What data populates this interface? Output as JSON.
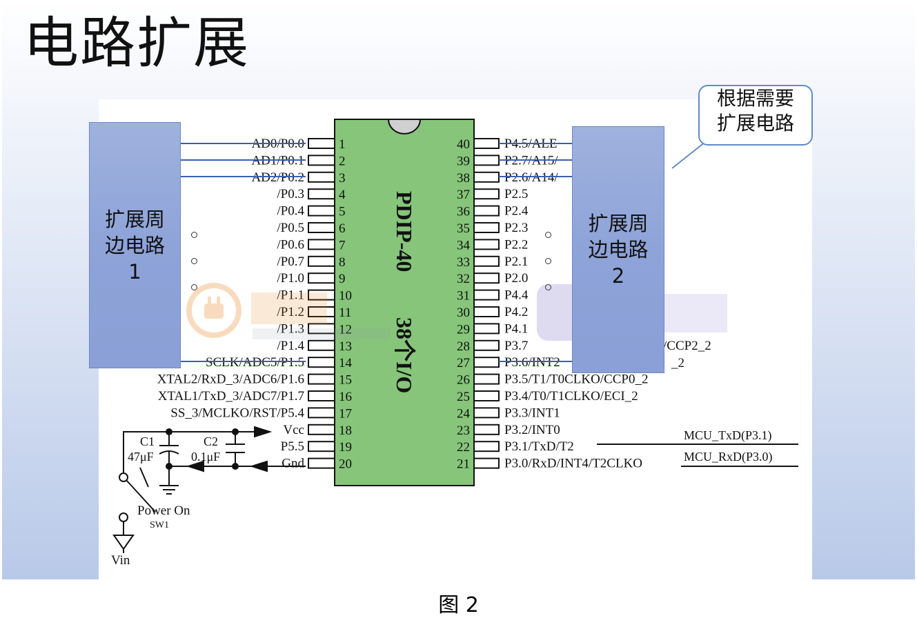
{
  "slide": {
    "title": "电路扩展",
    "caption": "图 2"
  },
  "chip": {
    "package": "PDIP-40",
    "io_count": "38个I/O",
    "left_pins": [
      {
        "num": "1",
        "label": "AD0/P0.0"
      },
      {
        "num": "2",
        "label": "AD1/P0.1"
      },
      {
        "num": "3",
        "label": "AD2/P0.2"
      },
      {
        "num": "4",
        "label": "/P0.3"
      },
      {
        "num": "5",
        "label": "/P0.4"
      },
      {
        "num": "6",
        "label": "/P0.5"
      },
      {
        "num": "7",
        "label": "/P0.6"
      },
      {
        "num": "8",
        "label": "/P0.7"
      },
      {
        "num": "9",
        "label": "/P1.0"
      },
      {
        "num": "10",
        "label": "/P1.1"
      },
      {
        "num": "11",
        "label": "/P1.2"
      },
      {
        "num": "12",
        "label": "/P1.3"
      },
      {
        "num": "13",
        "label": "/P1.4"
      },
      {
        "num": "14",
        "label": "SCLK/ADC5/P1.5"
      },
      {
        "num": "15",
        "label": "XTAL2/RxD_3/ADC6/P1.6"
      },
      {
        "num": "16",
        "label": "XTAL1/TxD_3/ADC7/P1.7"
      },
      {
        "num": "17",
        "label": "SS_3/MCLKO/RST/P5.4"
      },
      {
        "num": "18",
        "label": "Vcc"
      },
      {
        "num": "19",
        "label": "P5.5"
      },
      {
        "num": "20",
        "label": "Gnd"
      }
    ],
    "right_pins": [
      {
        "num": "40",
        "label": "P4.5/ALE"
      },
      {
        "num": "39",
        "label": "P2.7/A15/"
      },
      {
        "num": "38",
        "label": "P2.6/A14/"
      },
      {
        "num": "37",
        "label": "P2.5"
      },
      {
        "num": "36",
        "label": "P2.4"
      },
      {
        "num": "35",
        "label": "P2.3"
      },
      {
        "num": "34",
        "label": "P2.2"
      },
      {
        "num": "33",
        "label": "P2.1"
      },
      {
        "num": "32",
        "label": "P2.0"
      },
      {
        "num": "31",
        "label": "P4.4"
      },
      {
        "num": "30",
        "label": "P4.2"
      },
      {
        "num": "29",
        "label": "P4.1"
      },
      {
        "num": "28",
        "label": "P3.7"
      },
      {
        "num": "27",
        "label": "P3.6/INT2"
      },
      {
        "num": "26",
        "label": "P3.5/T1/T0CLKO/CCP0_2"
      },
      {
        "num": "25",
        "label": "P3.4/T0/T1CLKO/ECI_2"
      },
      {
        "num": "24",
        "label": "P3.3/INT1"
      },
      {
        "num": "23",
        "label": "P3.2/INT0"
      },
      {
        "num": "22",
        "label": "P3.1/TxD/T2"
      },
      {
        "num": "21",
        "label": "P3.0/RxD/INT4/T2CLKO"
      }
    ],
    "partial_right": {
      "pin28_tail": "/CCP2_2",
      "pin27_tail": "_2"
    }
  },
  "power": {
    "c1_name": "C1",
    "c1_value": "47μF",
    "c2_name": "C2",
    "c2_value": "0.1μF",
    "switch_label": "Power On",
    "switch_ref": "SW1",
    "vin_label": "Vin"
  },
  "serial": {
    "txd_net": "MCU_TxD(P3.1)",
    "rxd_net": "MCU_RxD(P3.0)"
  },
  "blocks": {
    "left": [
      "扩展周",
      "边电路",
      "1"
    ],
    "right": [
      "扩展周",
      "边电路",
      "2"
    ]
  },
  "callout": {
    "lines": [
      "根据需要",
      "扩展电路"
    ]
  },
  "colors": {
    "chip_fill": "#86c57a",
    "block_fill": "#8ea3d8",
    "bus_line": "#3a5fb0"
  }
}
